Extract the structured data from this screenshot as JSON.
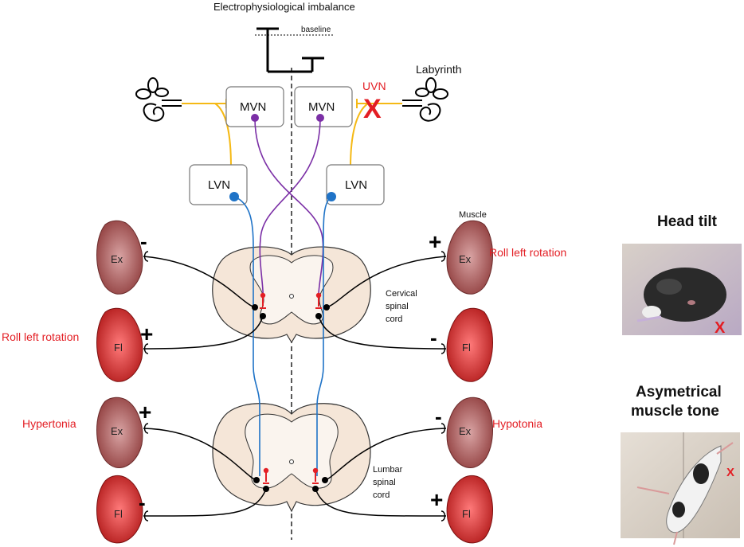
{
  "title": "Electrophysiological imbalance",
  "baseline_label": "baseline",
  "labyrinth_label": "Labyrinth",
  "uvn_label": "UVN",
  "lesion_mark": "X",
  "nuclei": {
    "mvn": "MVN",
    "lvn": "LVN"
  },
  "muscle_heading": "Muscle",
  "muscles": {
    "extensor": "Ex",
    "flexor": "Fl"
  },
  "signs": {
    "plus": "+",
    "minus": "-"
  },
  "cervical_label": [
    "Cervical",
    "spinal",
    "cord"
  ],
  "lumbar_label": [
    "Lumbar",
    "spinal",
    "cord"
  ],
  "effects": {
    "roll_left_rotation": "Roll left rotation",
    "hypertonia": "Hypertonia",
    "hypotonia": "Hypotonia"
  },
  "photos": {
    "head_tilt": "Head tilt",
    "asym_line1": "Asymetrical",
    "asym_line2": "muscle tone"
  },
  "colors": {
    "vestibular_fiber": "#f5b915",
    "mvn_pathway": "#7b2fa6",
    "lvn_pathway": "#1f73c7",
    "highlight": "#e31e24",
    "muscle_ex": "#a85050",
    "muscle_fl": "#cc2a2a",
    "spinal_cord": "#f5e6d8"
  }
}
